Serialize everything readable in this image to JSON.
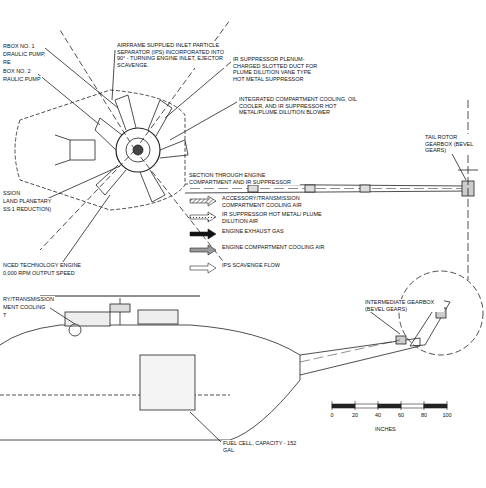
{
  "diagram": {
    "labels": [
      "RBOX NO. 1",
      "DRAULIC PUMP,",
      "RE",
      "BOX NO. 2",
      "RAULIC PUMP",
      "SSION",
      "LAND PLANETARY",
      "SS:1 REDUCTION)",
      "NCED TECHNOLOGY ENGINE",
      "0,000 RPM OUTPUT SPEED",
      "RY/TRANSMISSION",
      "MENT COOLING",
      "T",
      "AIRFRAME SUPPLIED INLET PARTICLE SEPARATOR (IPS) INCORPORATED INTO 90° - TURNING ENGINE INLET, EJECTOR SCAVENGE.",
      "IR SUPPRESSOR PLENUM-CHARGED SLOTTED DUCT FOR PLUME DILUTION VANE TYPE HOT METAL SUPPRESSOR",
      "INTEGRATED COMPARTMENT COOLING, OIL COOLER, AND IR SUPPRESSOR HOT METAL/PLUME DILUTION BLOWER",
      "TAIL ROTOR GEARBOX (BEVEL GEARS)",
      "SECTION THROUGH ENGINE COMPARTMENT AND IR SUPPRESSOR",
      "INTERMEDIATE GEARBOX (BEVEL GEARS)",
      "FUEL CELL, CAPACITY - 152 GAL",
      "0",
      "20",
      "40",
      "60",
      "80",
      "100",
      "INCHES"
    ],
    "legend": [
      {
        "text": "ACCESSORY/TRANSMISSION COMPARTMENT COOLING AIR"
      },
      {
        "text": "IR SUPPRESSOR HOT METAL/ PLUME DILUTION AIR"
      },
      {
        "text": "ENGINE EXHAUST GAS"
      },
      {
        "text": "ENGINE COMPARTMENT COOLING AIR"
      },
      {
        "text": "IPS SCAVENGE FLOW"
      }
    ]
  }
}
